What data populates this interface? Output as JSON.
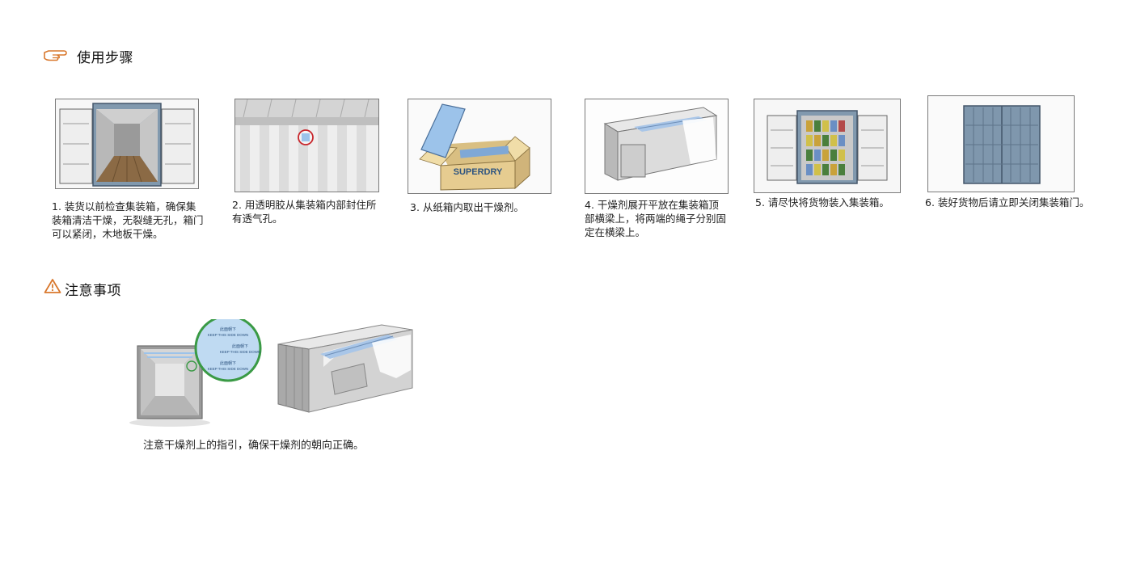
{
  "usage": {
    "title": "使用步骤",
    "icon": "pointing-hand-icon"
  },
  "steps": [
    {
      "text": "1. 装货以前检查集装箱，确保集装箱清洁干燥，无裂缝无孔，箱门可以紧闭，木地板干燥。"
    },
    {
      "text": "2. 用透明胶从集装箱内部封住所有透气孔。"
    },
    {
      "text": "3. 从纸箱内取出干燥剂。",
      "box_label": "SUPERDRY"
    },
    {
      "text": "4. 干燥剂展开平放在集装箱顶部横梁上，将两端的绳子分别固定在横梁上。"
    },
    {
      "text": "5. 请尽快将货物装入集装箱。"
    },
    {
      "text": "6. 装好货物后请立即关闭集装箱门。"
    }
  ],
  "notes": {
    "title": "注意事项",
    "icon": "warning-triangle-icon",
    "caption": "注意干燥剂上的指引，确保干燥剂的朝向正确。",
    "label_cn": "此面朝下",
    "label_en": "KEEP THIS SIDE DOWN"
  },
  "colors": {
    "accent": "#d9782d",
    "circle": "#3a9a45",
    "container_blue": "#7f97ad",
    "desiccant_blue": "#9cc3ea",
    "cardboard": "#e6cc90",
    "wood": "#8b6a45"
  }
}
